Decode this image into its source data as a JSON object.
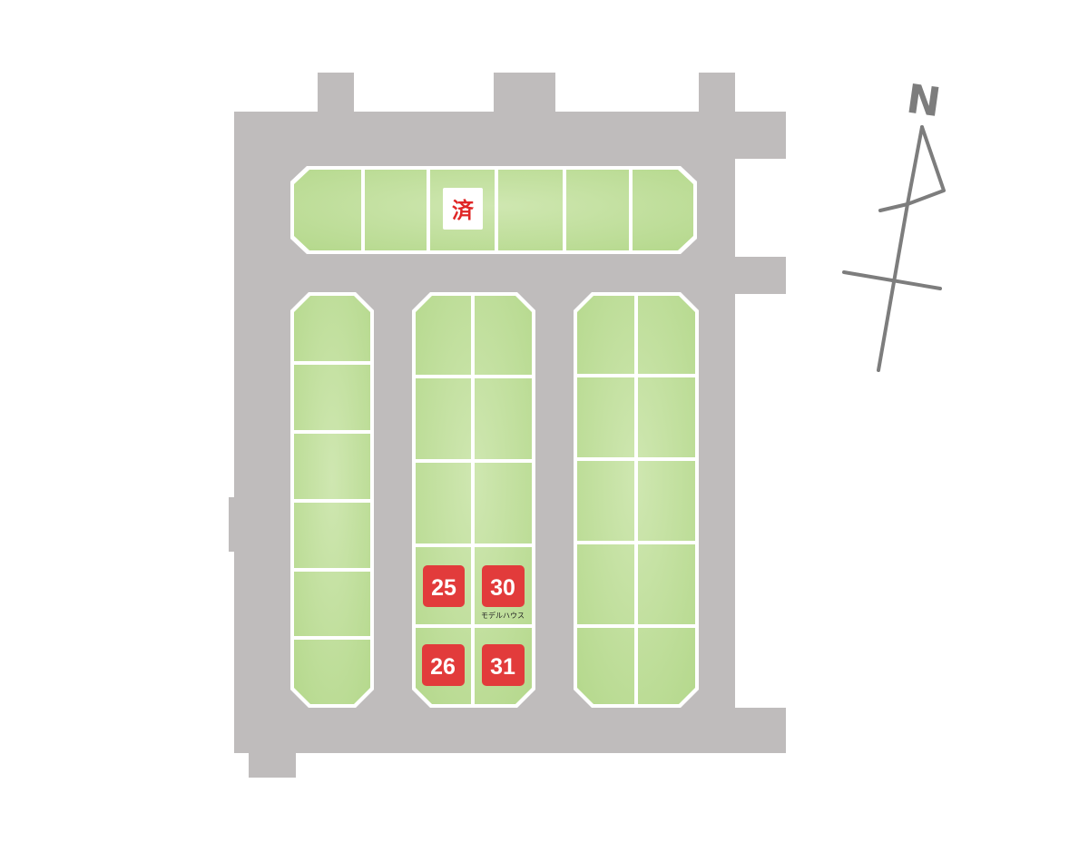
{
  "colors": {
    "road": "#bfbcbc",
    "lot_fill": "#bcdc95",
    "lot_fill_light": "#c9e3a8",
    "lot_divider": "#ffffff",
    "badge": "#e23b3b",
    "sold_bg": "#ffffff",
    "sold_text": "#e02626",
    "compass": "#7d7d7d"
  },
  "sold_marker": {
    "text": "済",
    "lot": "top-row-3"
  },
  "highlighted_lots": [
    {
      "number": "25"
    },
    {
      "number": "30"
    },
    {
      "number": "26"
    },
    {
      "number": "31"
    }
  ],
  "model_house_caption": "モデルハウス",
  "compass": {
    "letter": "N",
    "icon": "north-arrow-icon"
  }
}
